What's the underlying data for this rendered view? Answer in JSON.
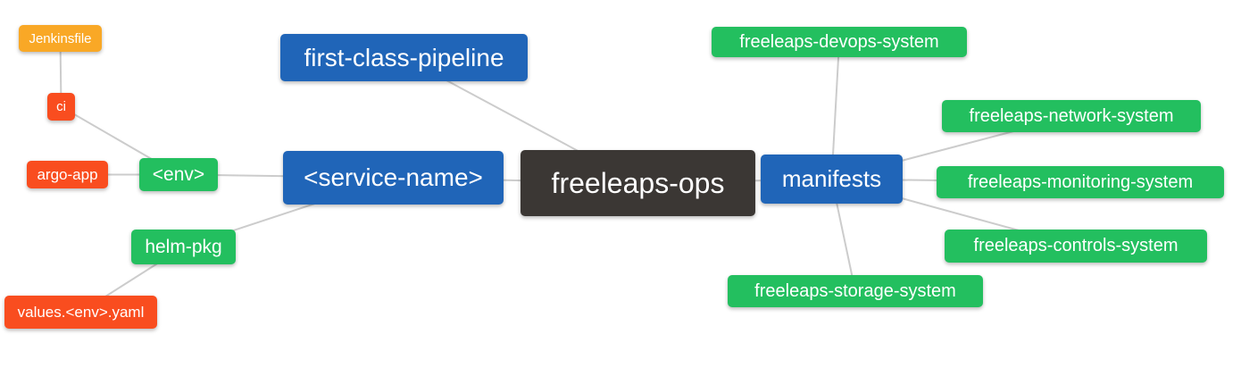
{
  "diagram": {
    "type": "mindmap",
    "root": "freeleaps-ops",
    "colors": {
      "root_dark": "#3b3734",
      "branch_blue": "#2065b8",
      "leaf_green": "#23bf5f",
      "leaf_red": "#f94d1f",
      "leaf_orange": "#f9a826",
      "edge_gray": "#cccccc",
      "text": "#ffffff"
    },
    "nodes": {
      "jenkinsfile": {
        "label": "Jenkinsfile"
      },
      "ci": {
        "label": "ci"
      },
      "argo_app": {
        "label": "argo-app"
      },
      "env": {
        "label": "<env>"
      },
      "helm_pkg": {
        "label": "helm-pkg"
      },
      "values_env_yaml": {
        "label": "values.<env>.yaml"
      },
      "first_class_pipeline": {
        "label": "first-class-pipeline"
      },
      "service_name": {
        "label": "<service-name>"
      },
      "freeleaps_ops": {
        "label": "freeleaps-ops"
      },
      "manifests": {
        "label": "manifests"
      },
      "devops_system": {
        "label": "freeleaps-devops-system"
      },
      "network_system": {
        "label": "freeleaps-network-system"
      },
      "monitoring_system": {
        "label": "freeleaps-monitoring-system"
      },
      "controls_system": {
        "label": "freeleaps-controls-system"
      },
      "storage_system": {
        "label": "freeleaps-storage-system"
      }
    },
    "edges": [
      [
        "jenkinsfile",
        "ci"
      ],
      [
        "ci",
        "env"
      ],
      [
        "argo_app",
        "env"
      ],
      [
        "env",
        "service_name"
      ],
      [
        "helm_pkg",
        "service_name"
      ],
      [
        "values_env_yaml",
        "helm_pkg"
      ],
      [
        "first_class_pipeline",
        "freeleaps_ops"
      ],
      [
        "service_name",
        "freeleaps_ops"
      ],
      [
        "freeleaps_ops",
        "manifests"
      ],
      [
        "manifests",
        "devops_system"
      ],
      [
        "manifests",
        "network_system"
      ],
      [
        "manifests",
        "monitoring_system"
      ],
      [
        "manifests",
        "controls_system"
      ],
      [
        "manifests",
        "storage_system"
      ]
    ]
  }
}
